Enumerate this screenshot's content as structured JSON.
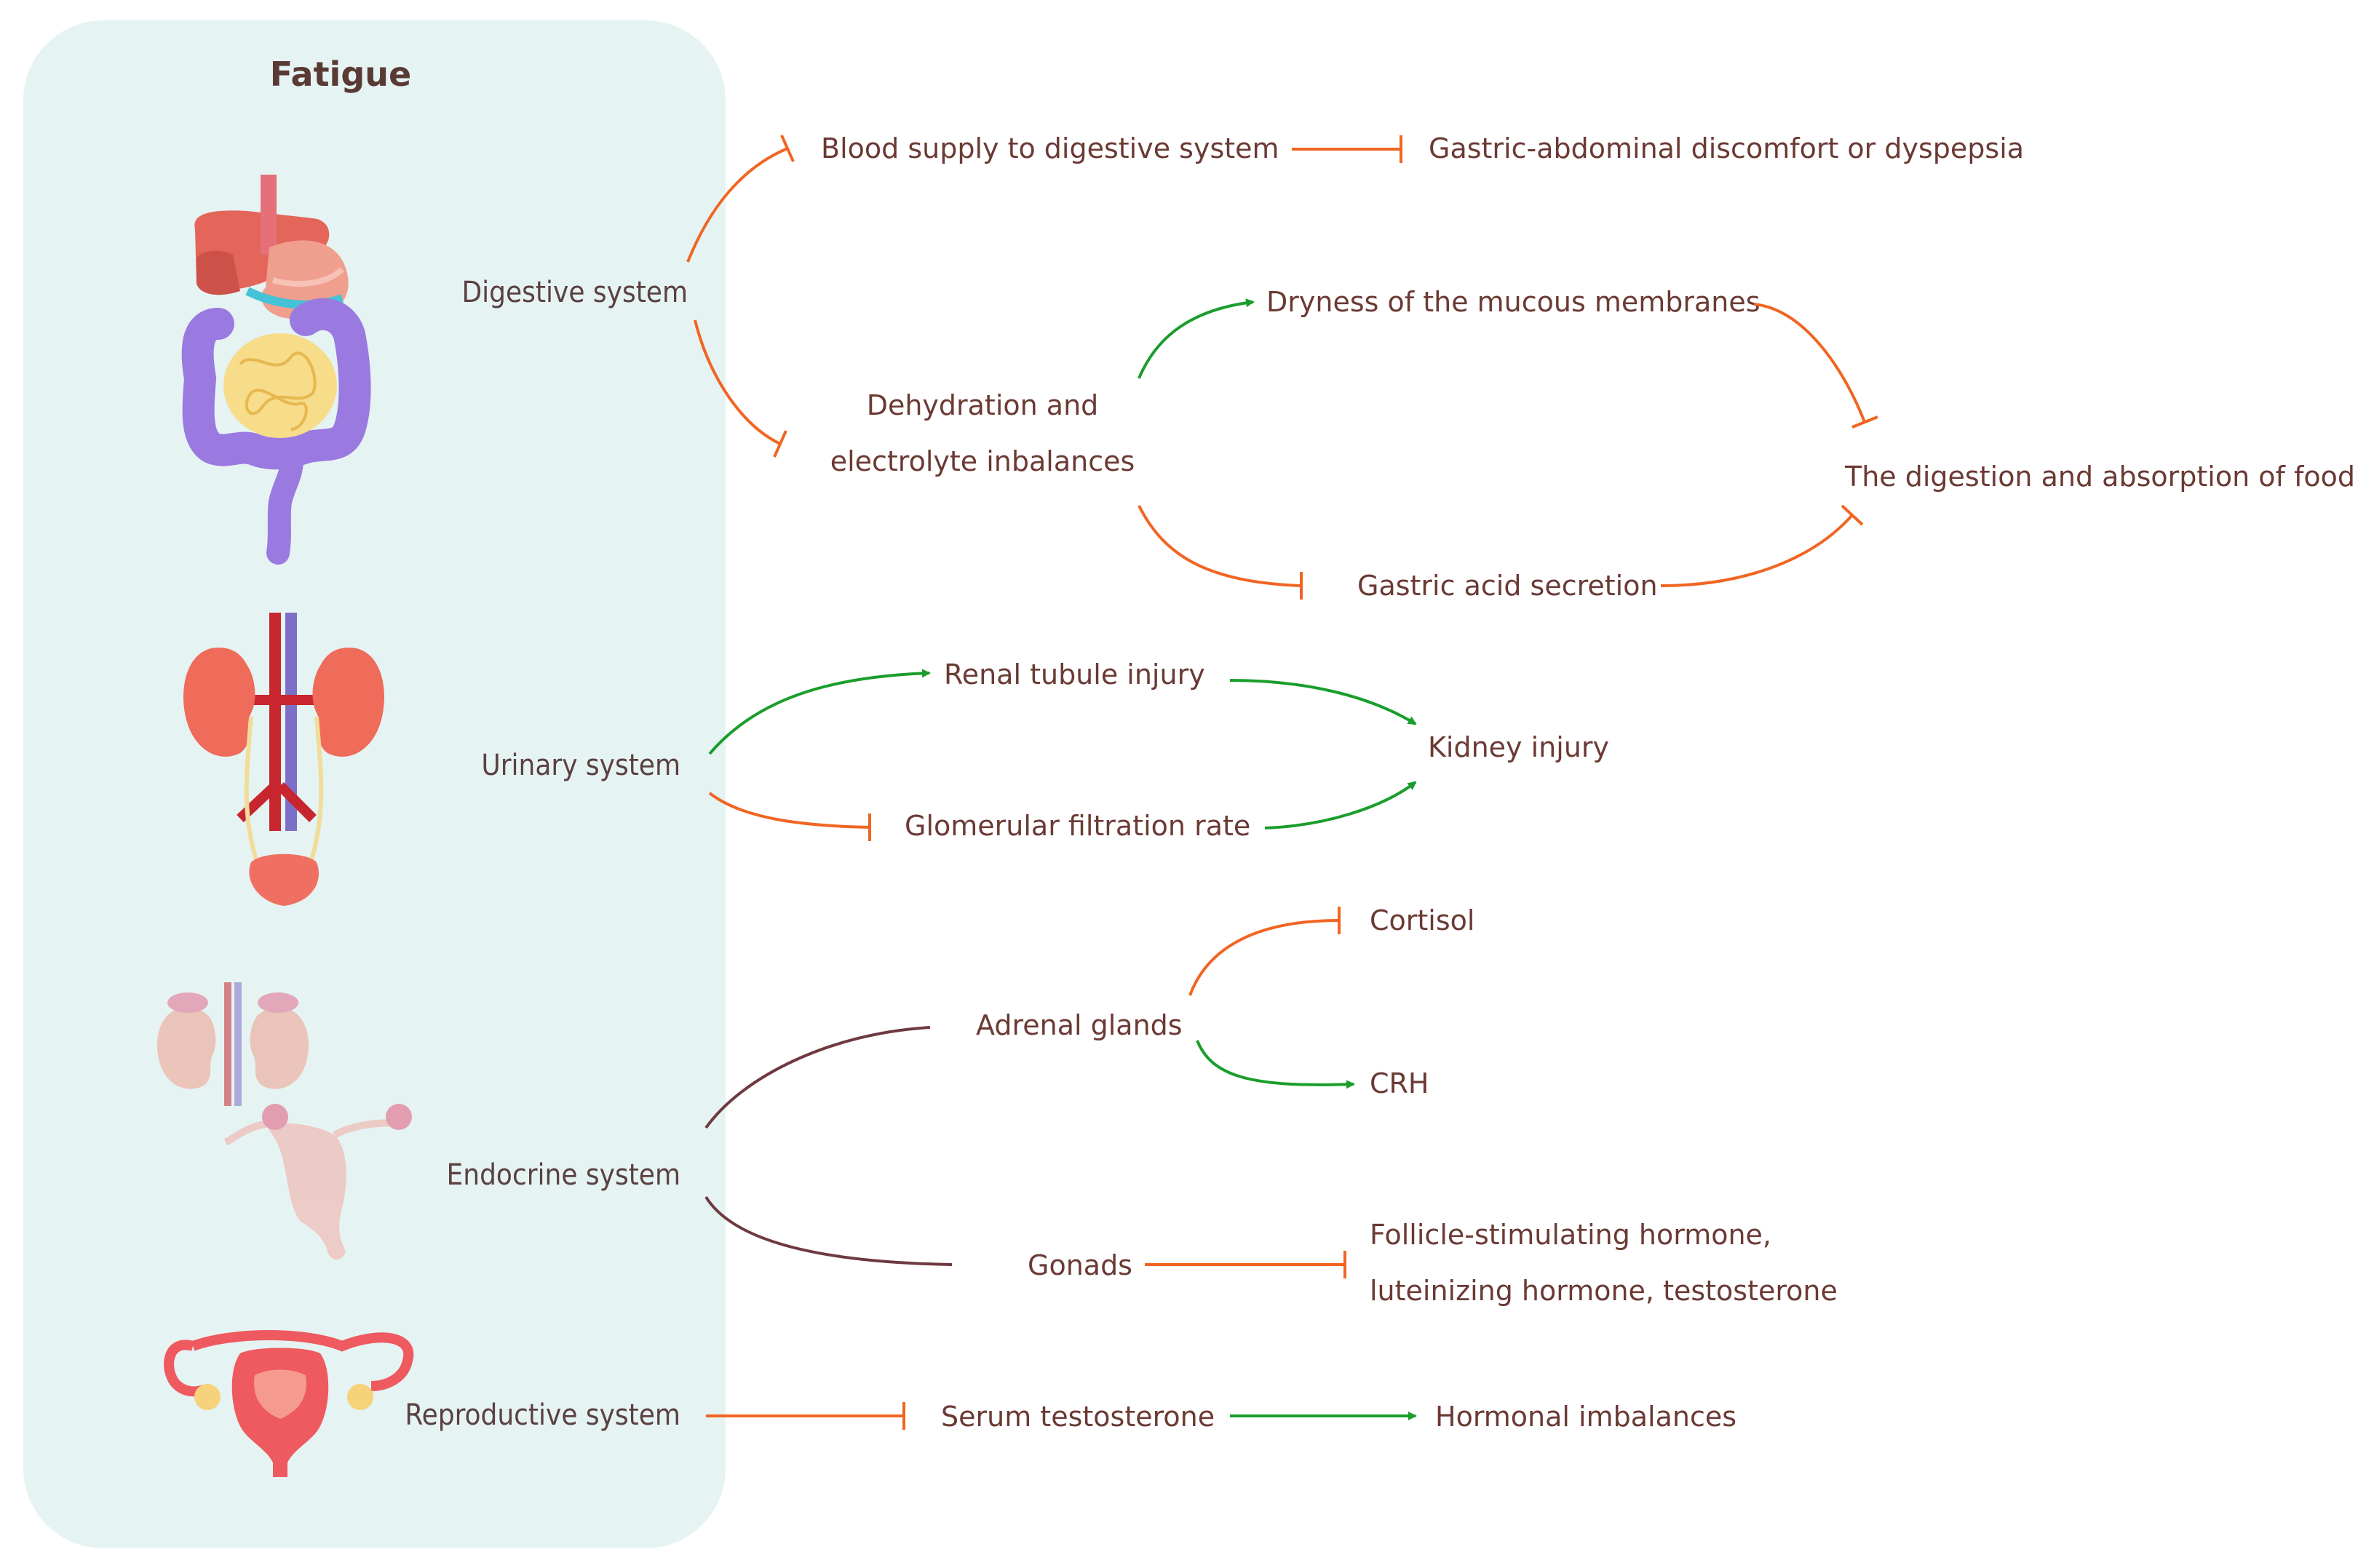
{
  "title": "Fatigue",
  "systems": {
    "digestive": "Digestive system",
    "urinary": "Urinary system",
    "endocrine": "Endocrine system",
    "reproductive": "Reproductive system"
  },
  "nodes": {
    "blood_supply": "Blood supply to digestive system",
    "gastric_discomfort": "Gastric-abdominal discomfort or dyspepsia",
    "dryness": "Dryness of the mucous membranes",
    "dehydration_l1": "Dehydration and",
    "dehydration_l2": "electrolyte inbalances",
    "digestion": "The digestion and absorption of food",
    "gastric_acid": "Gastric acid secretion",
    "renal_tubule": "Renal tubule injury",
    "kidney_injury": "Kidney injury",
    "gfr": "Glomerular filtration rate",
    "cortisol": "Cortisol",
    "adrenal": "Adrenal glands",
    "crh": "CRH",
    "gonads": "Gonads",
    "fsh_l1": "Follicle-stimulating hormone,",
    "fsh_l2": "luteinizing hormone, testosterone",
    "serum_testosterone": "Serum testosterone",
    "hormonal_imbalances": "Hormonal imbalances"
  },
  "colors": {
    "panel": "#e6f3f3",
    "inhibit": "#f16522",
    "activate": "#1a9d2c",
    "relation": "#6e3a3f",
    "text": "#6b3a34"
  },
  "icons": [
    "digestive-organs-icon",
    "kidneys-urinary-icon",
    "adrenal-kidney-icon",
    "uterus-small-icon",
    "uterus-icon"
  ]
}
